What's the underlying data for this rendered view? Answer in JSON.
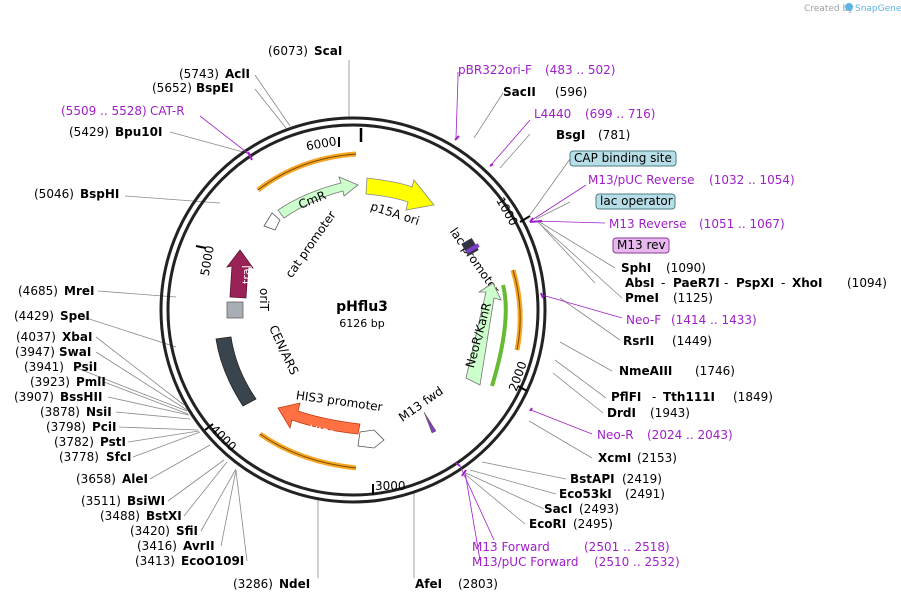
{
  "credit": {
    "text": "Created by",
    "brand": "SnapGene"
  },
  "plasmid": {
    "name": "pHflu3",
    "size": "6126 bp"
  },
  "ticks": [
    "1000",
    "2000",
    "3000",
    "4000",
    "5000",
    "6000"
  ],
  "features": {
    "p15a_ori": "p15A ori",
    "lac_promoter": "lac promoter",
    "cmr": "CmR",
    "cat_promoter": "cat promoter",
    "neo_kanr": "NeoR/KanR",
    "m13_fwd": "M13 fwd",
    "his3": "HIS3",
    "his3_promoter": "HIS3 promoter",
    "cen_ars": "CEN/ARS",
    "orit": "oriT",
    "traj": "traJ"
  },
  "boxed_labels": {
    "cap": "CAP binding site",
    "lac_operator": "lac operator",
    "m13_rev": "M13 rev"
  },
  "right_labels": [
    {
      "name": "SacII",
      "num": "(596)"
    },
    {
      "name": "BsgI",
      "num": "(781)"
    },
    {
      "name": "SphI",
      "num": "(1090)"
    },
    {
      "name": "AbsI",
      "extra1": "PaeR7I",
      "extra2": "PspXI",
      "extra3": "XhoI",
      "num": "(1094)"
    },
    {
      "name": "PmeI",
      "num": "(1125)"
    },
    {
      "name": "RsrII",
      "num": "(1449)"
    },
    {
      "name": "NmeAIII",
      "num": "(1746)"
    },
    {
      "name": "PflFI",
      "extra1": "Tth111I",
      "num": "(1849)"
    },
    {
      "name": "DrdI",
      "num": "(1943)"
    },
    {
      "name": "XcmI",
      "num": "(2153)"
    },
    {
      "name": "BstAPI",
      "num": "(2419)"
    },
    {
      "name": "Eco53kI",
      "num": "(2491)"
    },
    {
      "name": "SacI",
      "num": "(2493)"
    },
    {
      "name": "EcoRI",
      "num": "(2495)"
    }
  ],
  "right_primers": [
    {
      "name": "pBR322ori-F",
      "num": "(483 .. 502)"
    },
    {
      "name": "L4440",
      "num": "(699 .. 716)"
    },
    {
      "name": "M13/pUC Reverse",
      "num": "(1032 .. 1054)"
    },
    {
      "name": "M13 Reverse",
      "num": "(1051 .. 1067)"
    },
    {
      "name": "Neo-F",
      "num": "(1414 .. 1433)"
    },
    {
      "name": "Neo-R",
      "num": "(2024 .. 2043)"
    },
    {
      "name": "M13 Forward",
      "num": "(2501 .. 2518)"
    },
    {
      "name": "M13/pUC Forward",
      "num": "(2510 .. 2532)"
    }
  ],
  "top_labels": [
    {
      "name": "ScaI",
      "num": "(6073)"
    },
    {
      "name": "AclI",
      "num": "(5743)"
    },
    {
      "name": "BspEI",
      "num": "(5652)"
    },
    {
      "name": "Bpu10I",
      "num": "(5429)"
    },
    {
      "name": "BspHI",
      "num": "(5046)"
    }
  ],
  "top_primer": {
    "name": "CAT-R",
    "num": "(5509 .. 5528)"
  },
  "left_labels": [
    {
      "name": "MreI",
      "num": "(4685)"
    },
    {
      "name": "SpeI",
      "num": "(4429)"
    },
    {
      "name": "XbaI",
      "num": "(4037)"
    },
    {
      "name": "SwaI",
      "num": "(3947)"
    },
    {
      "name": "PsiI",
      "num": "(3941)"
    },
    {
      "name": "PmlI",
      "num": "(3923)"
    },
    {
      "name": "BssHII",
      "num": "(3907)"
    },
    {
      "name": "NsiI",
      "num": "(3878)"
    },
    {
      "name": "PciI",
      "num": "(3798)"
    },
    {
      "name": "PstI",
      "num": "(3782)"
    },
    {
      "name": "SfcI",
      "num": "(3778)"
    },
    {
      "name": "AleI",
      "num": "(3658)"
    },
    {
      "name": "BsiWI",
      "num": "(3511)"
    },
    {
      "name": "BstXI",
      "num": "(3488)"
    },
    {
      "name": "SfiI",
      "num": "(3420)"
    },
    {
      "name": "AvrII",
      "num": "(3416)"
    },
    {
      "name": "EcoO109I",
      "num": "(3413)"
    }
  ],
  "bottom_labels": [
    {
      "name": "NdeI",
      "num": "(3286)"
    },
    {
      "name": "AfeI",
      "num": "(2803)"
    }
  ]
}
